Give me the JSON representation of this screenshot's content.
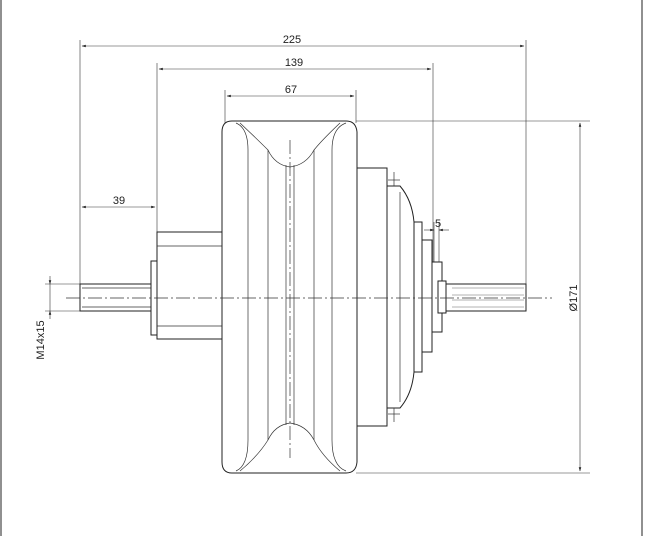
{
  "drawing": {
    "dimensions": {
      "overall_length": "225",
      "middle_length": "139",
      "rim_width": "67",
      "shaft_left": "39",
      "small_step": "5",
      "diameter": "Ø171",
      "thread": "M14x15"
    }
  }
}
